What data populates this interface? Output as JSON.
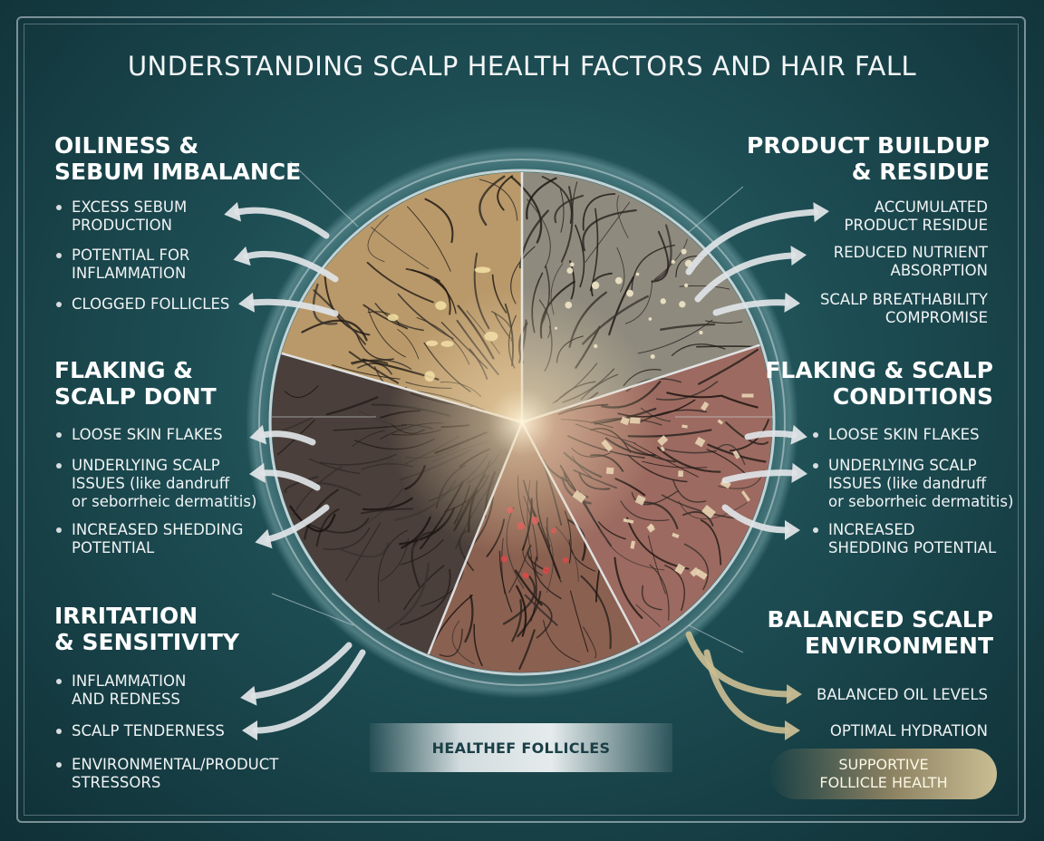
{
  "title": "UNDERSTANDING SCALP HEALTH FACTORS AND HAIR FALL",
  "left": [
    {
      "heading": [
        "OILINESS &",
        "SEBUM IMBALANCE"
      ],
      "items": [
        [
          "EXCESS SEBUM",
          "PRODUCTION"
        ],
        [
          "POTENTIAL FOR",
          "INFLAMMATION"
        ],
        [
          "CLOGGED FOLLICLES"
        ]
      ]
    },
    {
      "heading": [
        "FLAKING &",
        "SCALP DONT"
      ],
      "items": [
        [
          "LOOSE SKIN FLAKES"
        ],
        [
          "UNDERLYING SCALP",
          "ISSUES (like dandruff",
          "or seborrheic dermatitis)"
        ],
        [
          "INCREASED SHEDDING",
          "POTENTIAL"
        ]
      ]
    },
    {
      "heading": [
        "IRRITATION",
        "& SENSITIVITY"
      ],
      "items": [
        [
          "INFLAMMATION",
          "AND REDNESS"
        ],
        [
          "SCALP TENDERNESS"
        ],
        [
          "ENVIRONMENTAL/PRODUCT",
          "STRESSORS"
        ]
      ]
    }
  ],
  "right": [
    {
      "heading": [
        "PRODUCT BUILDUP",
        "& RESIDUE"
      ],
      "items": [
        [
          "ACCUMULATED",
          "PRODUCT RESIDUE"
        ],
        [
          "REDUCED NUTRIENT",
          "ABSORPTION"
        ],
        [
          "SCALP BREATHABILITY",
          "COMPROMISE"
        ]
      ]
    },
    {
      "heading": [
        "FLAKING & SCALP",
        "CONDITIONS"
      ],
      "items": [
        [
          "LOOSE SKIN FLAKES"
        ],
        [
          "UNDERLYING SCALP",
          "ISSUES (like dandruff",
          "or seborrheic dermatitis)"
        ],
        [
          "INCREASED",
          "SHEDDING POTENTIAL"
        ]
      ]
    },
    {
      "heading": [
        "BALANCED SCALP",
        "ENVIRONMENT"
      ],
      "items": [
        [
          "BALANCED OIL LEVELS"
        ],
        [
          "OPTIMAL HYDRATION"
        ]
      ]
    }
  ],
  "banner": "HEALTHEF FOLLICLES",
  "pill": [
    "SUPPORTIVE",
    "FOLLICLE HEALTH"
  ],
  "colors": {
    "background": "#1d4d53",
    "arrow": "#dfe4e7",
    "gold_arrow": "#c9bd93",
    "oily_zone": "#b9996a",
    "buildup_zone": "#8e8a7e",
    "flaking_zone": "#9c6a60",
    "irritation_zone": "#8a6050",
    "dark_hair": "#4a3f3a"
  }
}
